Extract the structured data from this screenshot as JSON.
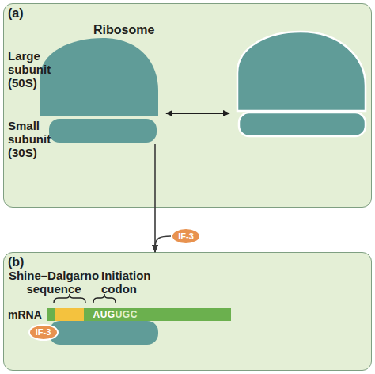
{
  "diagram": {
    "nodes": [
      {
        "text": [
          "(a)"
        ]
      },
      {
        "text": [
          "IF-3"
        ]
      },
      {
        "text": [
          "(b)"
        ]
      },
      {
        "text": [
          "AUG",
          "UGC"
        ],
        "in": 2
      },
      {
        "text": [
          "IF-3"
        ],
        "in": 2
      }
    ],
    "edges": [
      {
        "from": 0,
        "to": 2,
        "arrow": "to"
      },
      {
        "from": 1,
        "to": 2,
        "arrow": "to"
      }
    ],
    "labels": [
      "Ribosome",
      "Large subunit (50S)",
      "Small subunit (30S)",
      "Shine–Dalgarno sequence",
      "Initiation codon",
      "mRNA"
    ]
  }
}
